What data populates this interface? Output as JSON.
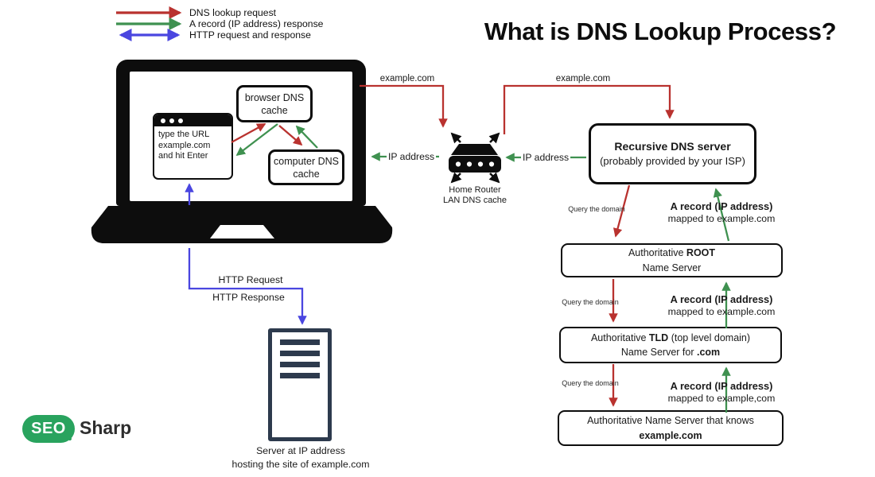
{
  "title": "What is DNS Lookup Process?",
  "colors": {
    "red": "#b9322f",
    "green": "#3f9150",
    "blue": "#4a46e0",
    "black": "#0d0d0d",
    "server_navy": "#2d3a4d",
    "logo_green": "#29a35e"
  },
  "legend": {
    "items": [
      {
        "label": "DNS lookup request",
        "color": "#b9322f",
        "arrow": "right"
      },
      {
        "label": "A record (IP address) response",
        "color": "#3f9150",
        "arrow": "right"
      },
      {
        "label": "HTTP request and response",
        "color": "#4a46e0",
        "arrow": "both"
      }
    ]
  },
  "laptop": {
    "browser_window": {
      "line1": "type the URL",
      "line2": "example.com",
      "line3": "and hit Enter"
    },
    "browser_cache": {
      "line1": "browser DNS",
      "line2": "cache"
    },
    "computer_cache": {
      "line1": "computer DNS",
      "line2": "cache"
    }
  },
  "flow": {
    "domain_left": "example.com",
    "domain_right": "example.com",
    "ip_left": "IP address",
    "ip_right": "IP address"
  },
  "router": {
    "caption1": "Home Router",
    "caption2": "LAN DNS cache"
  },
  "recursive": {
    "line1": "Recursive DNS server",
    "line2": "(probably provided by your ISP)"
  },
  "chain": [
    {
      "query": "Query the domain",
      "record": "A record (IP address)",
      "mapped": "mapped to example.com",
      "line1_pre": "Authoritative ",
      "line1_bold": "ROOT",
      "line1_post": "",
      "line2_pre": "Name Server",
      "line2_bold": ""
    },
    {
      "query": "Query the domain",
      "record": "A record (IP address)",
      "mapped": "mapped to example.com",
      "line1_pre": "Authoritative ",
      "line1_bold": "TLD",
      "line1_post": " (top level domain)",
      "line2_pre": "Name Server for ",
      "line2_bold": ".com"
    },
    {
      "query": "Query the domain",
      "record": "A record (IP address)",
      "mapped": "mapped to example,com",
      "line1_pre": "Authoritative Name Server that knows",
      "line1_bold": "",
      "line1_post": "",
      "line2_pre": "",
      "line2_bold": "example.com"
    }
  ],
  "http": {
    "request": "HTTP Request",
    "response": "HTTP Response"
  },
  "server": {
    "caption1": "Server at IP address",
    "caption2": "hosting the site of example.com"
  },
  "logo": {
    "mark": "SEO",
    "name": "Sharp"
  }
}
